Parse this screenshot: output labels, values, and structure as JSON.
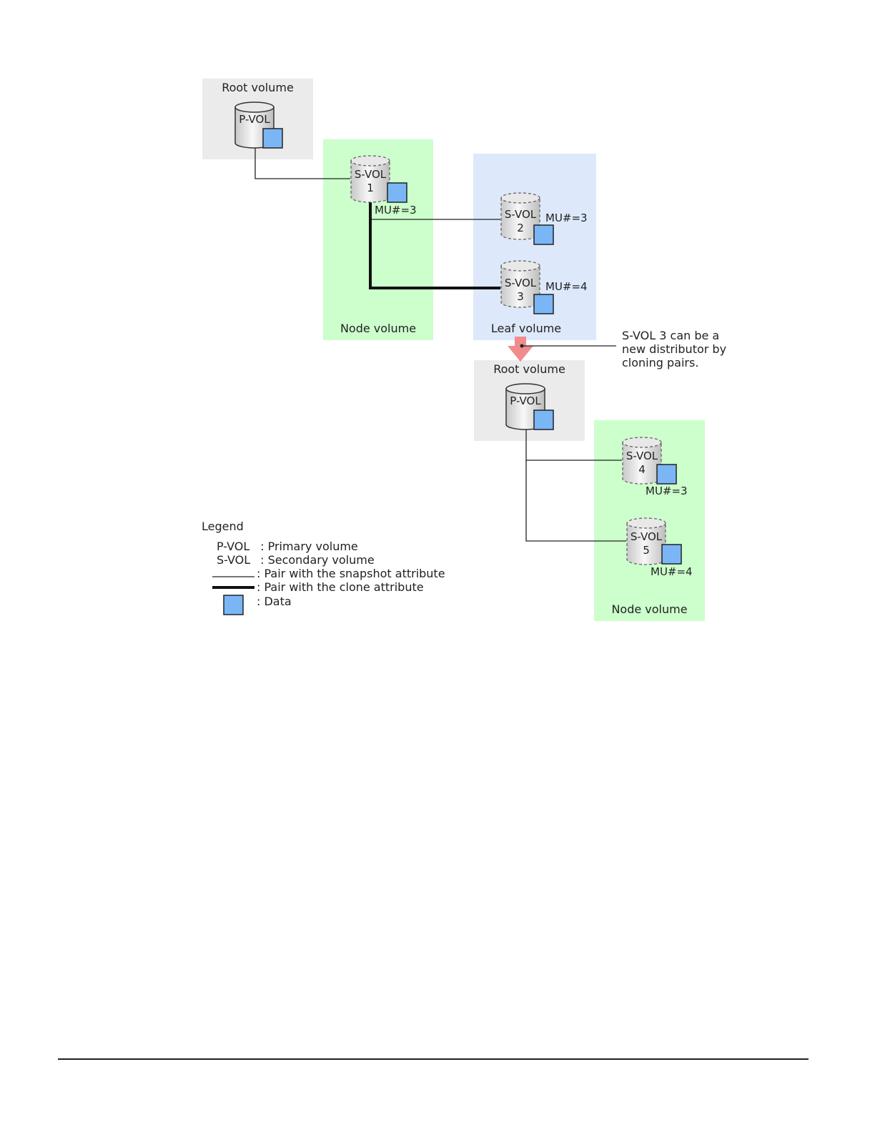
{
  "regions": {
    "root1": "Root volume",
    "node1": "Node volume",
    "leaf1": "Leaf volume",
    "root2": "Root volume",
    "node2": "Node volume"
  },
  "volumes": {
    "pvol1": {
      "name": "P-VOL",
      "num": ""
    },
    "svol1": {
      "name": "S-VOL",
      "num": "1",
      "mu": "MU#=3"
    },
    "svol2": {
      "name": "S-VOL",
      "num": "2",
      "mu": "MU#=3"
    },
    "svol3": {
      "name": "S-VOL",
      "num": "3",
      "mu": "MU#=4"
    },
    "pvol2": {
      "name": "P-VOL",
      "num": ""
    },
    "svol4": {
      "name": "S-VOL",
      "num": "4",
      "mu": "MU#=3"
    },
    "svol5": {
      "name": "S-VOL",
      "num": "5",
      "mu": "MU#=4"
    }
  },
  "callout": {
    "line1": "S-VOL 3 can be a",
    "line2": "new distributor by",
    "line3": "cloning pairs."
  },
  "legend": {
    "title": "Legend",
    "pvol_term": "P-VOL",
    "pvol_desc": ": Primary volume",
    "svol_term": "S-VOL",
    "svol_desc": ": Secondary volume",
    "snapshot_desc": ": Pair with the snapshot attribute",
    "clone_desc": ": Pair with the clone attribute",
    "data_desc": ": Data"
  },
  "colors": {
    "data_square": "#7ab6f5",
    "node_region": "#ccffcc",
    "leaf_region": "#dde9fb",
    "root_region": "#ebebeb",
    "arrow": "#f08c8c"
  },
  "icons": {
    "volume": "cylinder-icon",
    "data": "square-icon",
    "transition": "down-arrow-icon"
  }
}
